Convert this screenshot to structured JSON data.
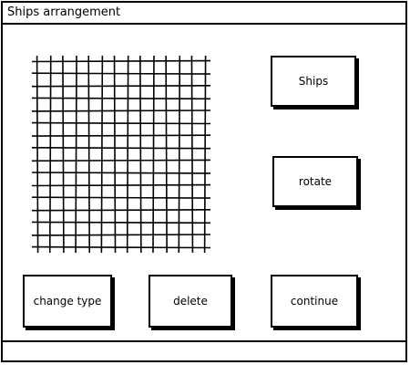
{
  "window": {
    "title": "Ships arrangement"
  },
  "board": {
    "rows": 15,
    "columns": 13
  },
  "buttons": {
    "ships": "Ships",
    "rotate": "rotate",
    "change_type": "change type",
    "delete": "delete",
    "continue": "continue"
  },
  "colors": {
    "line": "#000000",
    "background": "#ffffff"
  }
}
